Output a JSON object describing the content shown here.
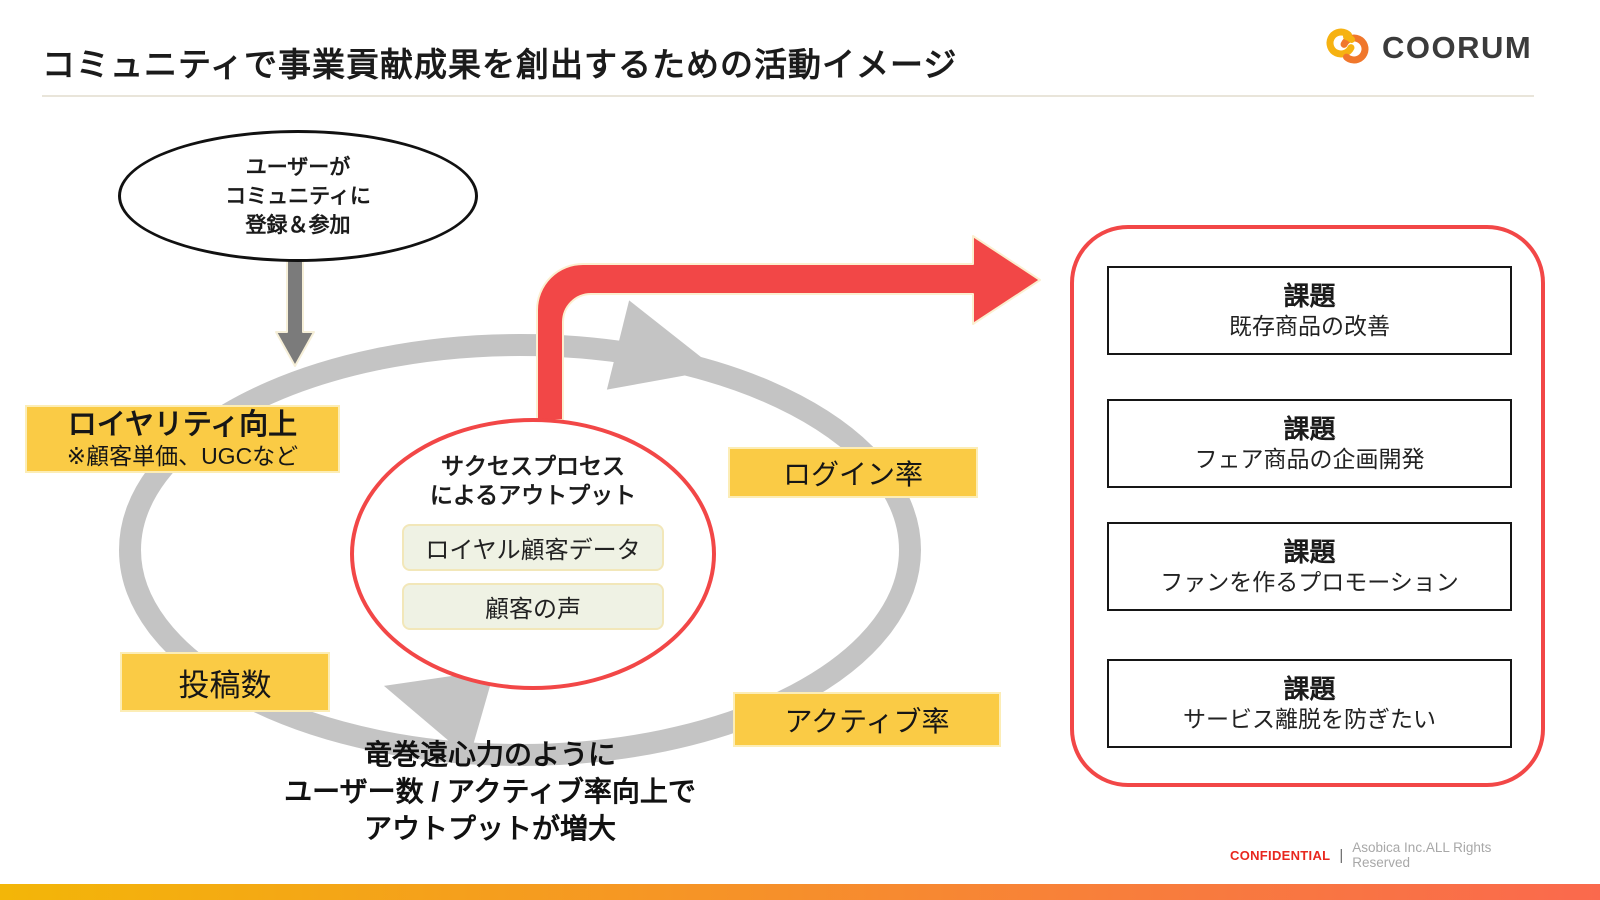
{
  "header": {
    "title": "コミュニティで事業貢献成果を創出するための活動イメージ",
    "logo": {
      "text": "COORUM"
    }
  },
  "entry_ellipse": {
    "line1": "ユーザーが",
    "line2": "コミュニティに",
    "line3": "登録＆参加"
  },
  "loyalty_label": {
    "line1": "ロイヤリティ向上",
    "line2": "※顧客単価、UGCなど"
  },
  "metric_labels": {
    "login": "ログイン率",
    "posts": "投稿数",
    "active": "アクティブ率"
  },
  "success_ellipse": {
    "title_line1": "サクセスプロセス",
    "title_line2": "によるアウトプット",
    "output1": "ロイヤル顧客データ",
    "output2": "顧客の声"
  },
  "tornado_note": {
    "line1": "竜巻遠心力のように",
    "line2": "ユーザー数 / アクティブ率向上で",
    "line3": "アウトプットが増大"
  },
  "issues_panel": {
    "items": [
      {
        "title": "課題",
        "desc": "既存商品の改善"
      },
      {
        "title": "課題",
        "desc": "フェア商品の企画開発"
      },
      {
        "title": "課題",
        "desc": "ファンを作るプロモーション"
      },
      {
        "title": "課題",
        "desc": "サービス離脱を防ぎたい"
      }
    ]
  },
  "footer": {
    "confidential": "CONFIDENTIAL",
    "separator": "|",
    "rights": "Asobica Inc.ALL Rights Reserved"
  },
  "colors": {
    "accent_red": "#F24747",
    "accent_yellow": "#FACB45",
    "ring_gray": "#C4C4C4",
    "dark_arrow_gray": "#7B7B7B",
    "logo_yellow": "#F6B211",
    "logo_orange": "#F0772C",
    "bar_gold": "#F3B608",
    "bar_orange": "#FA694D"
  }
}
